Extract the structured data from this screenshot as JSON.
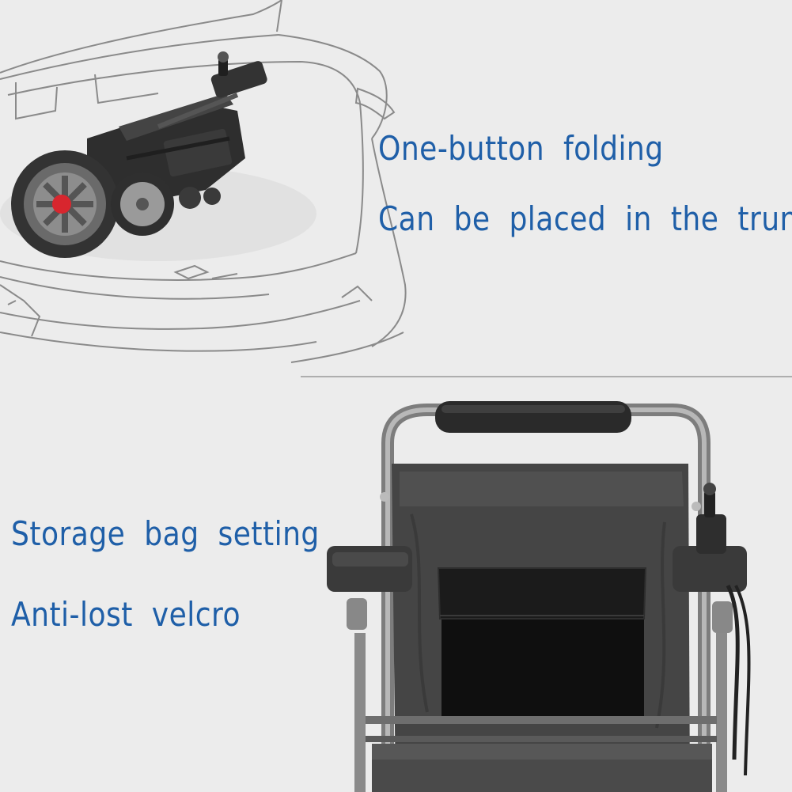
{
  "captions": {
    "folding": "One-button folding",
    "trunk": "Can be placed in the trunk",
    "storage_bag": "Storage bag setting",
    "velcro": "Anti-lost velcro"
  },
  "colors": {
    "background": "#ececec",
    "caption_blue": "#1f5fa8",
    "line_art": "#7a7a7a",
    "chair_dark": "#2b2b2b",
    "hub_red": "#d8262e"
  },
  "icons": {
    "top_image": "folded-wheelchair-in-car-trunk-illustration",
    "bottom_image": "wheelchair-backrest-storage-bag-illustration"
  }
}
